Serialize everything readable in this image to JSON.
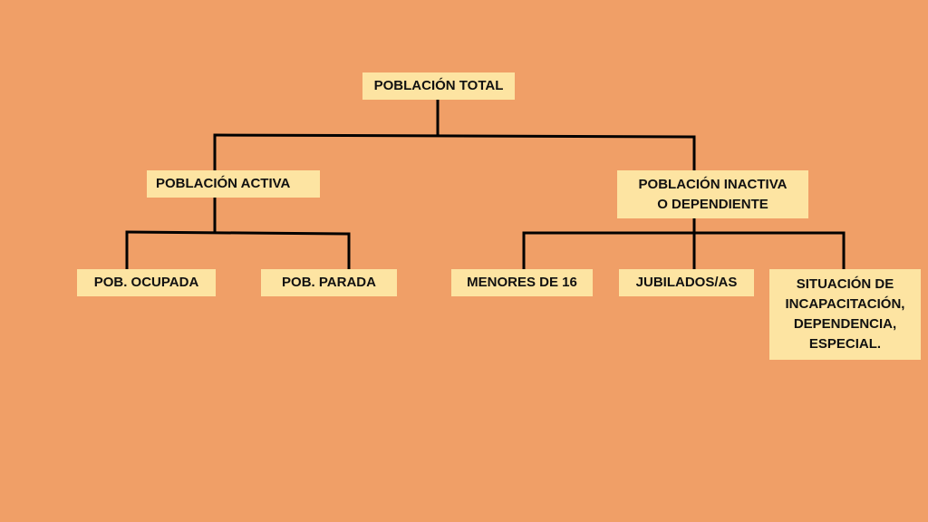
{
  "colors": {
    "background": "#F09F67",
    "node_fill": "#FDE4A2",
    "line": "#000000",
    "text": "#111111"
  },
  "nodes": {
    "total": "POBLACIÓN TOTAL",
    "activa": "POBLACIÓN ACTIVA",
    "inactiva": "POBLACIÓN INACTIVA\nO DEPENDIENTE",
    "ocupada": "POB. OCUPADA",
    "parada": "POB. PARADA",
    "menores": "MENORES DE 16",
    "jubilados": "JUBILADOS/AS",
    "situacion": "SITUACIÓN DE\nINCAPACITACIÓN,\nDEPENDENCIA,\nESPECIAL."
  }
}
